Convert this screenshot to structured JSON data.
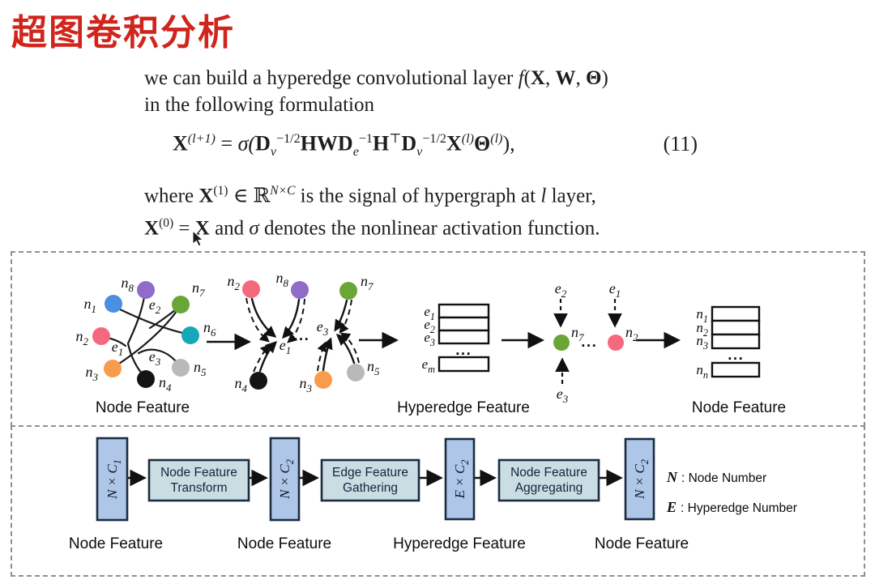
{
  "slide": {
    "title_parts": [
      {
        "t": "超"
      },
      {
        "t": "图",
        "b": true
      },
      {
        "t": "卷"
      },
      {
        "t": "积",
        "b": true
      },
      {
        "t": "分析"
      }
    ],
    "title_color": "#d0251c"
  },
  "text": {
    "p1_line1": [
      {
        "t": "we can build a hyperedge convolutional layer "
      },
      {
        "t": "f",
        "i": true
      },
      {
        "t": "("
      },
      {
        "t": "X",
        "b": true
      },
      {
        "t": ", "
      },
      {
        "t": "W",
        "b": true
      },
      {
        "t": ", "
      },
      {
        "t": "Θ",
        "b": true
      },
      {
        "t": ")"
      }
    ],
    "p1_line2": [
      {
        "t": "in the following formulation"
      }
    ],
    "equation_parts": [
      {
        "t": "X",
        "b": true
      },
      {
        "t": "(l+1)",
        "sup": true,
        "i": true
      },
      {
        "t": " = "
      },
      {
        "t": "σ(",
        "i": true
      },
      {
        "t": "D",
        "b": true
      },
      {
        "t": "v",
        "sub": true,
        "i": true
      },
      {
        "t": "−1/2",
        "sup": true
      },
      {
        "t": "HWD",
        "b": true
      },
      {
        "t": "e",
        "sub": true,
        "i": true
      },
      {
        "t": "−1",
        "sup": true
      },
      {
        "t": "H",
        "b": true
      },
      {
        "t": "⊤",
        "sup": true
      },
      {
        "t": "D",
        "b": true
      },
      {
        "t": "v",
        "sub": true,
        "i": true
      },
      {
        "t": "−1/2",
        "sup": true
      },
      {
        "t": "X",
        "b": true
      },
      {
        "t": "(l)",
        "sup": true,
        "i": true
      },
      {
        "t": "Θ",
        "b": true
      },
      {
        "t": "(l)",
        "sup": true,
        "i": true
      },
      {
        "t": "),"
      }
    ],
    "equation_number": "(11)",
    "p2_line1": [
      {
        "t": "where "
      },
      {
        "t": "X",
        "b": true
      },
      {
        "t": "(1)",
        "sup": true
      },
      {
        "t": " ∈ ℝ"
      },
      {
        "t": "N×C",
        "sup": true,
        "i": true
      },
      {
        "t": " is the signal of hypergraph at "
      },
      {
        "t": "l",
        "i": true
      },
      {
        "t": " layer,"
      }
    ],
    "p2_line2": [
      {
        "t": "X",
        "b": true
      },
      {
        "t": "(0)",
        "sup": true
      },
      {
        "t": " = "
      },
      {
        "t": "X",
        "b": true
      },
      {
        "t": " and "
      },
      {
        "t": "σ",
        "i": true
      },
      {
        "t": " denotes the nonlinear activation function."
      }
    ]
  },
  "diagram_top": {
    "graph_initial": {
      "caption": "Node Feature",
      "nodes": [
        {
          "label": "n₁",
          "color": "#4a8fe2"
        },
        {
          "label": "n₂",
          "color": "#f5697e"
        },
        {
          "label": "n₃",
          "color": "#f99b4c"
        },
        {
          "label": "n₄",
          "color": "#141414"
        },
        {
          "label": "n₅",
          "color": "#b9b9b9"
        },
        {
          "label": "n₆",
          "color": "#16a8ba"
        },
        {
          "label": "n₇",
          "color": "#69a636"
        },
        {
          "label": "n₈",
          "color": "#8e6cc8"
        }
      ],
      "edge_labels": [
        "e₁",
        "e₂",
        "e₃"
      ]
    },
    "graph_gather": {
      "nodes": [
        {
          "label": "n₂",
          "color": "#f5697e"
        },
        {
          "label": "n₈",
          "color": "#8e6cc8"
        },
        {
          "label": "n₇",
          "color": "#69a636"
        },
        {
          "label": "n₄",
          "color": "#141414"
        },
        {
          "label": "n₃",
          "color": "#f99b4c"
        },
        {
          "label": "n₅",
          "color": "#b9b9b9"
        }
      ],
      "edge_labels": [
        "e₁",
        "e₃"
      ],
      "dots": "..."
    },
    "hyperedge_stack": {
      "caption": "Hyperedge Feature",
      "rows": [
        "e₁",
        "e₂",
        "e₃"
      ],
      "dots": "...",
      "last_row": "eₘ"
    },
    "aggregate": {
      "incoming_top": [
        "e₂",
        "e₁"
      ],
      "incoming_bottom": "e₃",
      "nodes": [
        {
          "label": "n₇",
          "color": "#69a636"
        },
        {
          "label": "n₂",
          "color": "#f5697e"
        }
      ],
      "dots": "..."
    },
    "node_stack": {
      "caption": "Node Feature",
      "rows": [
        "n₁",
        "n₂",
        "n₃"
      ],
      "dots": "...",
      "last_row": "nₙ"
    }
  },
  "diagram_bottom": {
    "matrix_fill": "#aec6e8",
    "process_fill": "#c9dde3",
    "matrices": [
      {
        "label": "N × C₁"
      },
      {
        "label": "N × C₂"
      },
      {
        "label": "E × C₂"
      },
      {
        "label": "N × C₂"
      }
    ],
    "processes": [
      {
        "line1": "Node Feature",
        "line2": "Transform"
      },
      {
        "line1": "Edge Feature",
        "line2": "Gathering"
      },
      {
        "line1": "Node Feature",
        "line2": "Aggregating"
      }
    ],
    "captions": [
      "Node Feature",
      "Node Feature",
      "Hyperedge Feature",
      "Node Feature"
    ],
    "legend": [
      {
        "term": "N",
        "desc": ": Node Number"
      },
      {
        "term": "E",
        "desc": ": Hyperedge  Number"
      }
    ]
  }
}
